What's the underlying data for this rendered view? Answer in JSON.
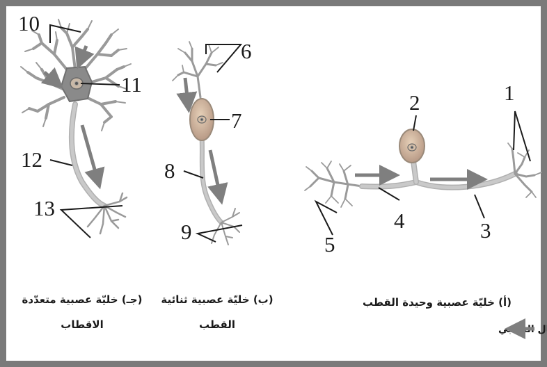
{
  "labels": {
    "n1": "1",
    "n2": "2",
    "n3": "3",
    "n4": "4",
    "n5": "5",
    "n6": "6",
    "n7": "7",
    "n8": "8",
    "n9": "9",
    "n10": "10",
    "n11": "11",
    "n12": "12",
    "n13": "13"
  },
  "captions": {
    "multipolar_line1": "(جـ) خليّة عصبية متعدّدة",
    "multipolar_line2": "الاقطاب",
    "bipolar_line1": "(ب) خليّة عصبية ثنائية",
    "bipolar_line2": "القطب",
    "unipolar": "(أ) خليّة عصبية وحيدة القطب",
    "legend": "اتجاه سير السيال العصبي"
  },
  "colors": {
    "neuron_fill": "#c9c9c9",
    "neuron_stroke": "#8c8c8c",
    "arrow": "#7f7f7f",
    "frame": "#7a7a7a",
    "text": "#1a1a1a"
  }
}
